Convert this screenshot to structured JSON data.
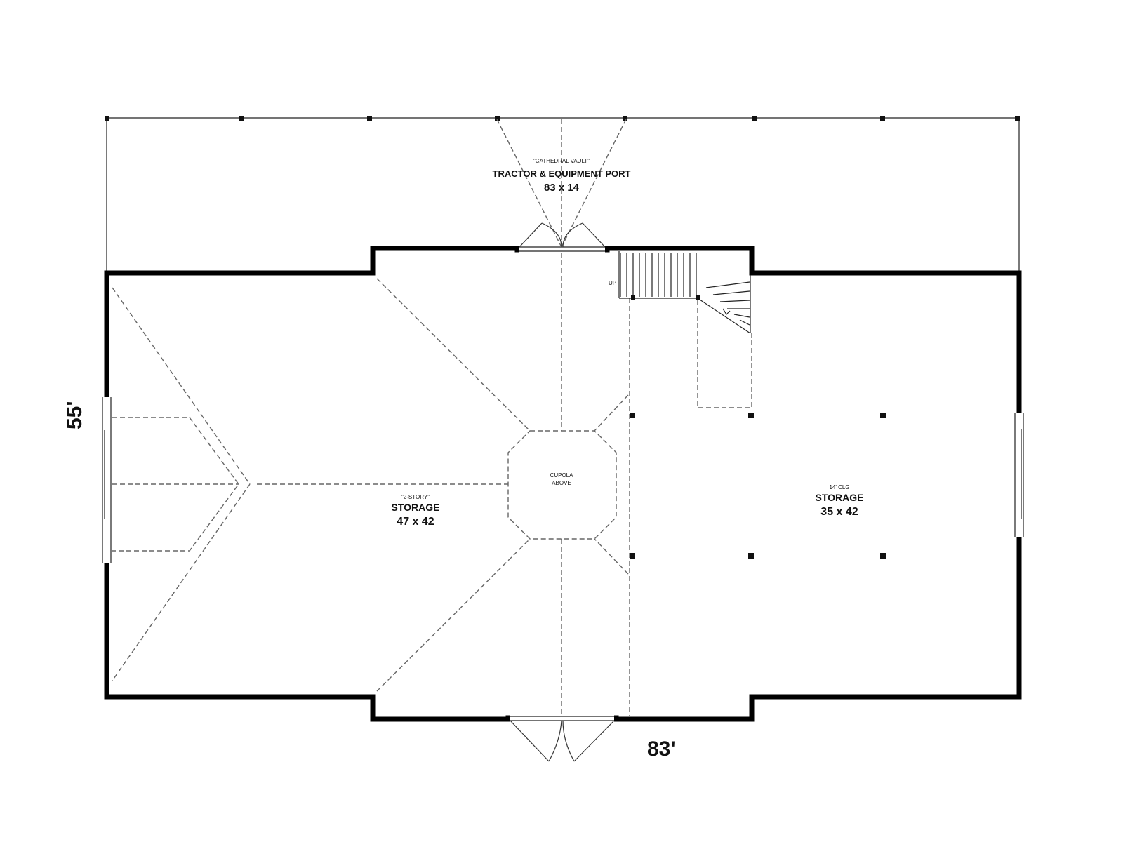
{
  "rooms": {
    "port": {
      "note": "\"CATHEDRAL VAULT\"",
      "name": "TRACTOR & EQUIPMENT PORT",
      "size": "83 x 14"
    },
    "storage_left": {
      "note": "\"2-STORY\"",
      "name": "STORAGE",
      "size": "47 x 42"
    },
    "storage_right": {
      "note": "14' CLG",
      "name": "STORAGE",
      "size": "35 x 42"
    },
    "cupola": {
      "line1": "CUPOLA",
      "line2": "ABOVE"
    }
  },
  "stair": {
    "label": "UP"
  },
  "dimensions": {
    "width": "83'",
    "depth": "55'"
  }
}
